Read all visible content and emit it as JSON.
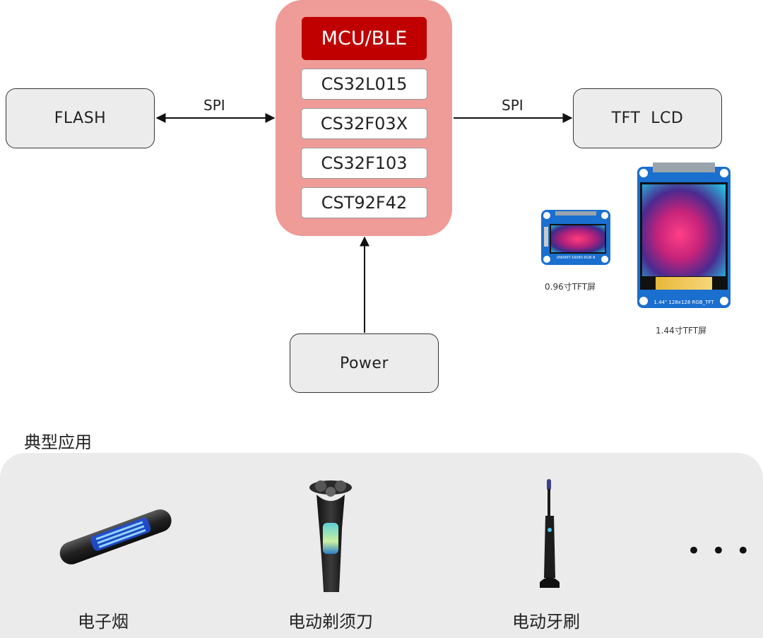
{
  "mcu": {
    "title": "MCU/BLE",
    "chips": [
      "CS32L015",
      "CS32F03X",
      "CS32F103",
      "CST92F42"
    ]
  },
  "blocks": {
    "flash": "FLASH",
    "tft": "TFT  LCD",
    "power": "Power"
  },
  "links": {
    "left": "SPI",
    "right": "SPI"
  },
  "screens": {
    "small_caption": "0.96寸TFT屏",
    "large_caption": "1.44寸TFT屏",
    "small_silk": "UN096T-16080-RGB-8",
    "large_silk": "1.44\" 128x128 RGB_TFT"
  },
  "applications": {
    "title": "典型应用",
    "items": [
      "电子烟",
      "电动剃须刀",
      "电动牙刷"
    ],
    "more": "• • •"
  }
}
